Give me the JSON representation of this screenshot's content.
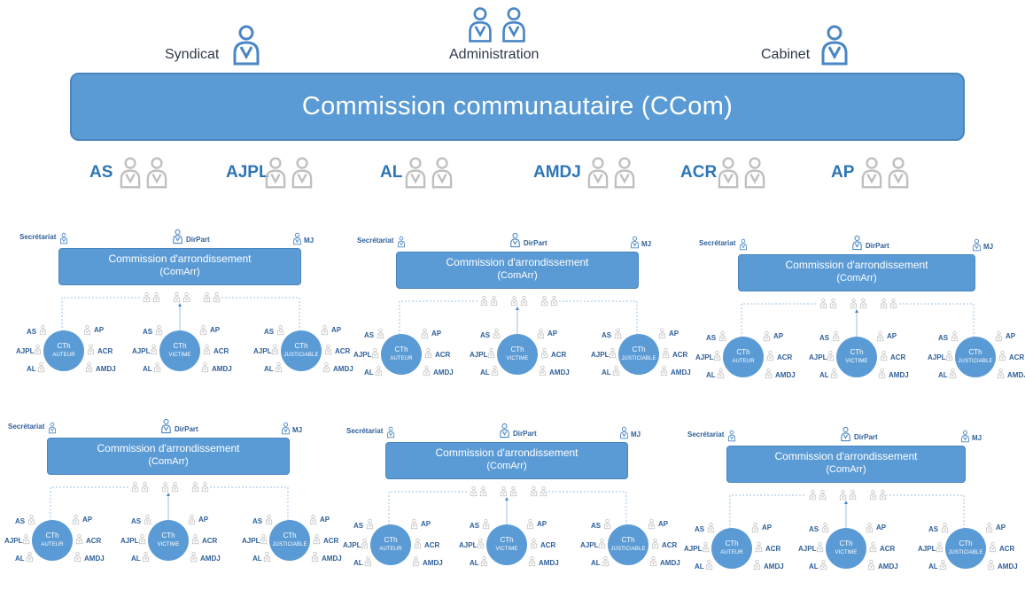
{
  "header": {
    "left_label": "Syndicat",
    "center_label": "Administration",
    "right_label": "Cabinet"
  },
  "main_box": {
    "title": "Commission communautaire (CCom)"
  },
  "roles": [
    "AS",
    "AJPL",
    "AL",
    "AMDJ",
    "ACR",
    "AP"
  ],
  "arrondissement": {
    "box_line1": "Commission d'arrondissement",
    "box_line2": "(ComArr)",
    "secretariat": "Secrétariat",
    "dirpart": "DirPart",
    "mj": "MJ",
    "cth": "CTh",
    "cth_types": [
      "AUTEUR",
      "VICTIME",
      "JUSTICIABLE"
    ],
    "member_labels": {
      "as": "AS",
      "ajpl": "AJPL",
      "al": "AL",
      "ap": "AP",
      "acr": "ACR",
      "amdj": "AMDJ"
    },
    "count": 6
  },
  "colors": {
    "accent": "#5b9bd5",
    "accent_dark": "#2e75b6",
    "icon_blue": "#4a86c5",
    "icon_gray": "#bfbfbf"
  }
}
